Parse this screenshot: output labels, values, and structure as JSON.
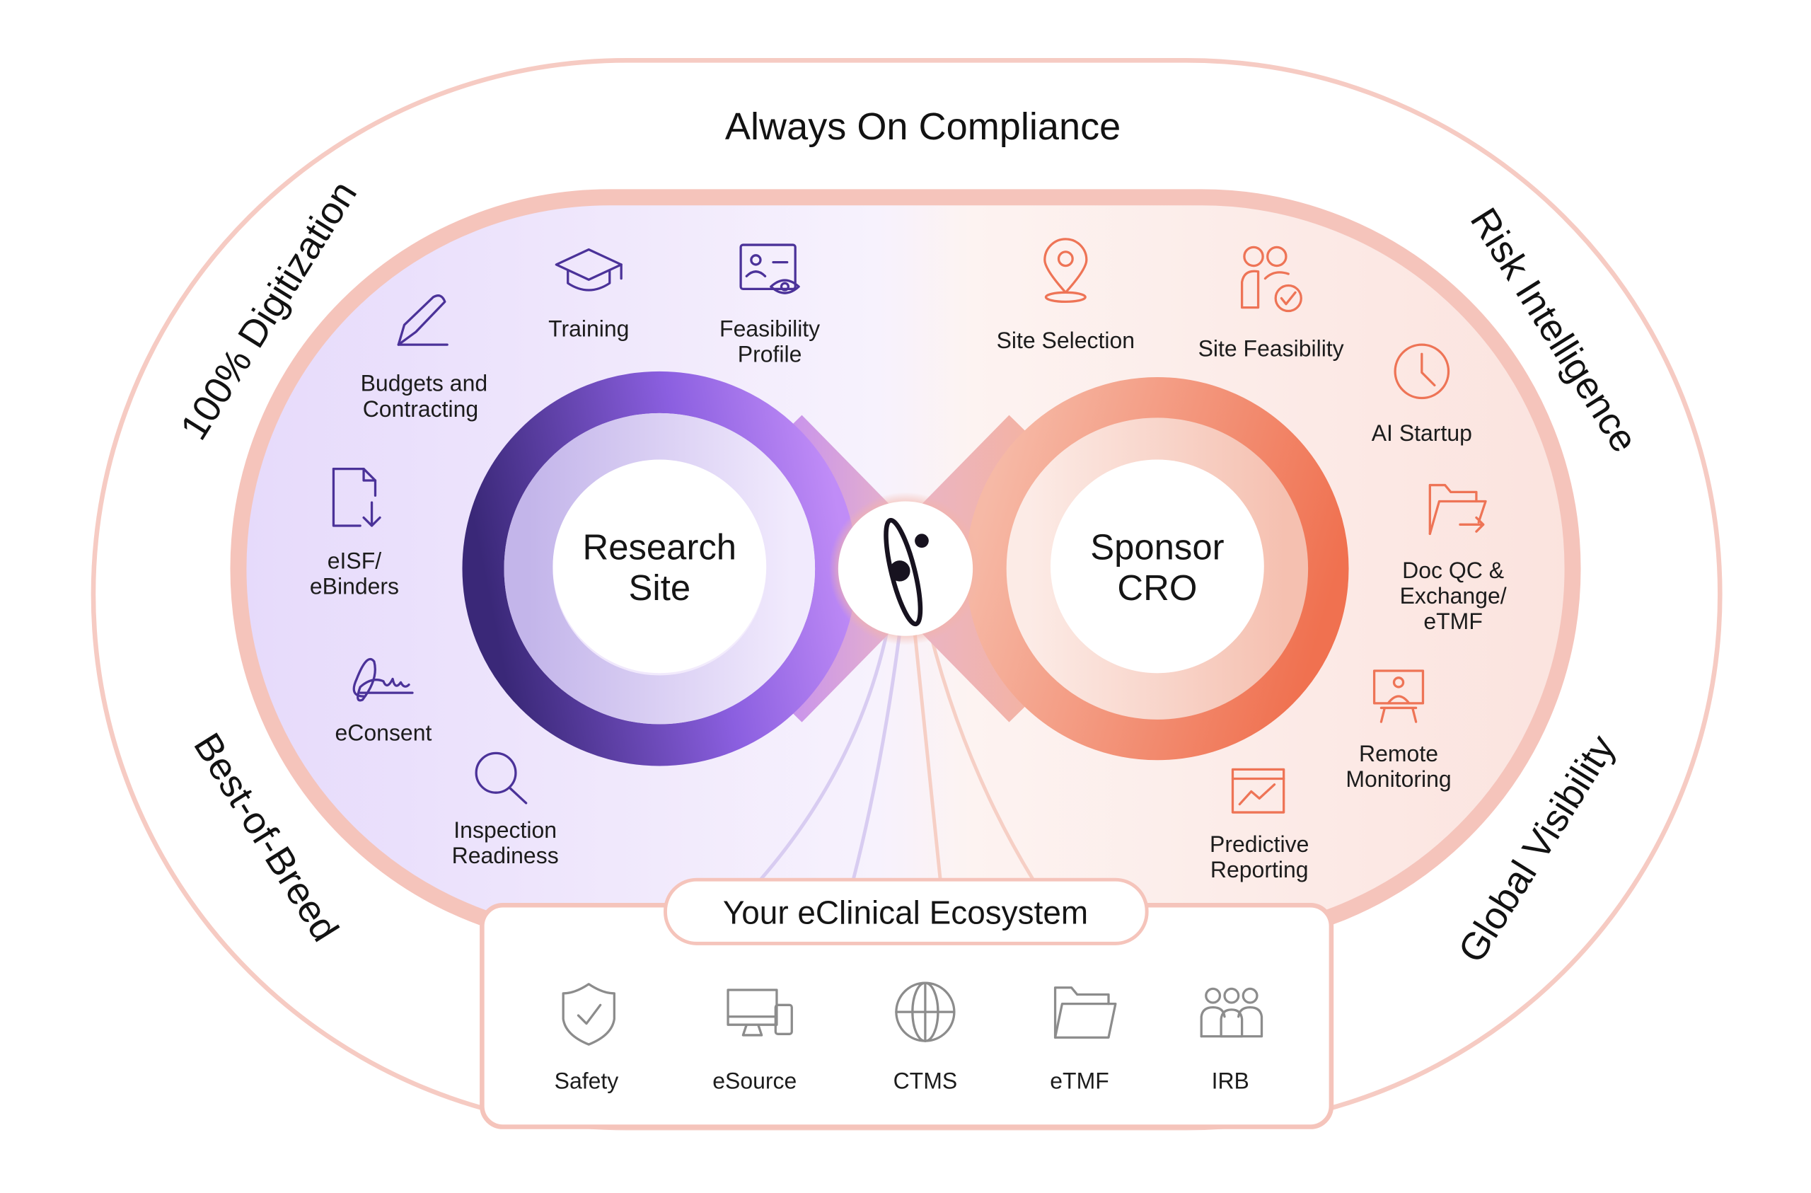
{
  "title": "Always On Compliance",
  "side_labels": {
    "top_left": "100% Digitization",
    "top_right": "Risk Intelligence",
    "bottom_left": "Best-of-Breed",
    "bottom_right": "Global Visibility"
  },
  "research_site": {
    "line1": "Research",
    "line2": "Site"
  },
  "sponsor_cro": {
    "line1": "Sponsor",
    "line2": "CRO"
  },
  "center_logo": "orbit-logo-icon",
  "left_features": [
    {
      "icon": "pen-icon",
      "lines": [
        "Budgets and",
        "Contracting"
      ]
    },
    {
      "icon": "graduation-cap-icon",
      "lines": [
        "Training"
      ]
    },
    {
      "icon": "profile-eye-icon",
      "lines": [
        "Feasibility",
        "Profile"
      ]
    },
    {
      "icon": "document-download-icon",
      "lines": [
        "eISF/",
        "eBinders"
      ]
    },
    {
      "icon": "signature-icon",
      "lines": [
        "eConsent"
      ]
    },
    {
      "icon": "magnifier-icon",
      "lines": [
        "Inspection",
        "Readiness"
      ]
    }
  ],
  "right_features": [
    {
      "icon": "location-pin-icon",
      "lines": [
        "Site Selection"
      ]
    },
    {
      "icon": "people-check-icon",
      "lines": [
        "Site Feasibility"
      ]
    },
    {
      "icon": "clock-icon",
      "lines": [
        "AI Startup"
      ]
    },
    {
      "icon": "folder-arrow-icon",
      "lines": [
        "Doc QC &",
        "Exchange/",
        "eTMF"
      ]
    },
    {
      "icon": "presenter-monitor-icon",
      "lines": [
        "Remote",
        "Monitoring"
      ]
    },
    {
      "icon": "chart-report-icon",
      "lines": [
        "Predictive",
        "Reporting"
      ]
    }
  ],
  "ecosystem": {
    "title": "Your eClinical Ecosystem",
    "items": [
      {
        "icon": "shield-check-icon",
        "label": "Safety"
      },
      {
        "icon": "desktop-device-icon",
        "label": "eSource"
      },
      {
        "icon": "globe-icon",
        "label": "CTMS"
      },
      {
        "icon": "folder-icon",
        "label": "eTMF"
      },
      {
        "icon": "group-icon",
        "label": "IRB"
      }
    ]
  },
  "colors": {
    "purple": "#4b3299",
    "orange": "#ee7456",
    "border_pink": "#f5c4bb",
    "gray_icon": "#8c8c8c"
  }
}
